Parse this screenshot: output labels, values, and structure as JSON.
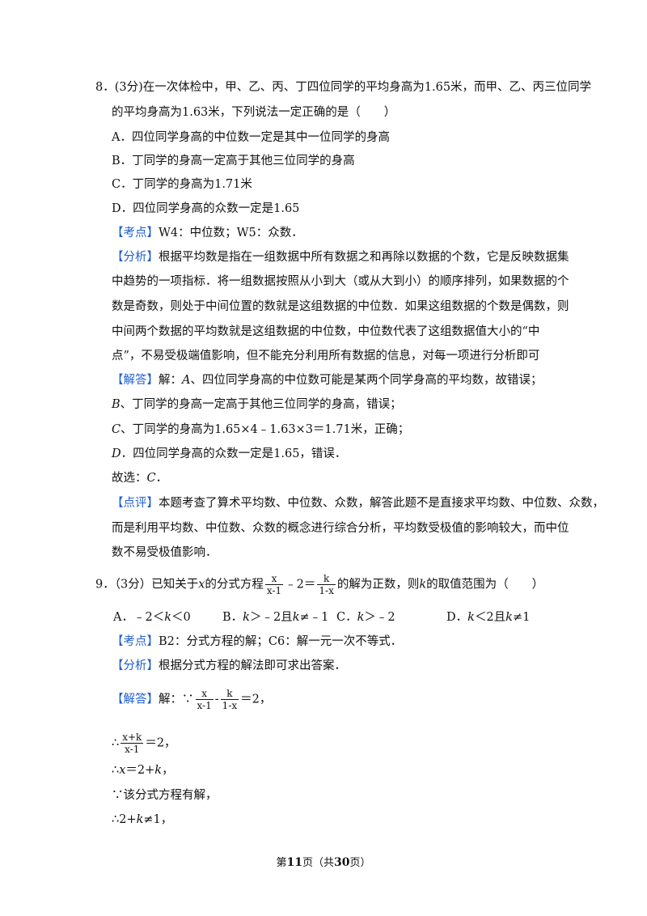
{
  "q8": {
    "stem1": "8．(3分)在一次体检中，甲、乙、丙、丁四位同学的平均身高为1.65米，而甲、乙、丙三位同学",
    "stem2": "的平均身高为1.63米，下列说法一定正确的是（　　）",
    "optA": "A．四位同学身高的中位数一定是其中一位同学的身高",
    "optB": "B．丁同学的身高一定高于其他三位同学的身高",
    "optC": "C．丁同学的身高为1.71米",
    "optD": "D．四位同学身高的众数一定是1.65",
    "kaodian_tag": "【考点】",
    "kaodian": "W4：中位数；W5：众数．",
    "fenxi_tag": "【分析】",
    "fenxi1": "根据平均数是指在一组数据中所有数据之和再除以数据的个数，它是反映数据集",
    "fenxi2": "中趋势的一项指标．将一组数据按照从小到大（或从大到小）的顺序排列，如果数据的个",
    "fenxi3": "数是奇数，则处于中间位置的数就是这组数据的中位数．如果这组数据的个数是偶数，则",
    "fenxi4": "中间两个数据的平均数就是这组数据的中位数，中位数代表了这组数据值大小的“中",
    "fenxi5": "点”，不易受极端值影响，但不能充分利用所有数据的信息，对每一项进行分析即可",
    "jieda_tag": "【解答】",
    "jieda1_pre": "解：",
    "jieda1_var": "A",
    "jieda1_post": "、四位同学身高的中位数可能是某两个同学身高的平均数，故错误；",
    "jieda2_var": "B",
    "jieda2_post": "、丁同学的身高一定高于其他三位同学的身高，错误；",
    "jieda3_var": "C",
    "jieda3_post": "、丁同学的身高为1.65×4﹣1.63×3＝1.71米，正确；",
    "jieda4_var": "D",
    "jieda4_post": "．四位同学身高的众数一定是1.65，错误．",
    "choose_pre": "故选：",
    "choose_var": "C",
    "choose_post": "．",
    "dianping_tag": "【点评】",
    "dianping1": "本题考查了算术平均数、中位数、众数，解答此题不是直接求平均数、中位数、众数，",
    "dianping2": "而是利用平均数、中位数、众数的概念进行综合分析，平均数受极值的影响较大，而中位",
    "dianping3": "数不易受极值影响．"
  },
  "q9": {
    "stem_pre": "9．（3分）已知关于",
    "stem_x": "x",
    "stem_mid": "的分式方程",
    "frac1_num": "x",
    "frac1_den": "x-1",
    "stem_minus": "﹣2＝",
    "frac2_num": "k",
    "frac2_den": "1-x",
    "stem_post1": "的解为正数，则",
    "stem_k": "k",
    "stem_post2": "的取值范围为（　　）",
    "optA_pre": "A．﹣2＜",
    "optA_k": "k",
    "optA_post": "＜0",
    "optB_pre": "B．",
    "optB_k": "k",
    "optB_mid": "＞﹣2且",
    "optB_k2": "k",
    "optB_post": "≠﹣1",
    "optC_pre": "C．",
    "optC_k": "k",
    "optC_post": "＞﹣2",
    "optD_pre": "D．",
    "optD_k": "k",
    "optD_mid": "＜2且",
    "optD_k2": "k",
    "optD_post": "≠1",
    "kaodian_tag": "【考点】",
    "kaodian": "B2：分式方程的解；C6：解一元一次不等式．",
    "fenxi_tag": "【分析】",
    "fenxi": "根据分式方程的解法即可求出答案．",
    "jieda_tag": "【解答】",
    "jieda_pre": "解：∵",
    "s1_f1_num": "x",
    "s1_f1_den": "x-1",
    "s1_minus": "-",
    "s1_f2_num": "k",
    "s1_f2_den": "1-x",
    "s1_post": "＝2，",
    "s2_pre": "∴",
    "s2_num": "x+k",
    "s2_den": "x-1",
    "s2_post": "＝2，",
    "s3_pre": "∴",
    "s3_x": "x",
    "s3_mid": "＝2+",
    "s3_k": "k",
    "s3_post": "，",
    "s4": "∵该分式方程有解，",
    "s5_pre": "∴2+",
    "s5_k": "k",
    "s5_post": "≠1，"
  },
  "footer": {
    "pre": "第",
    "page": "11",
    "mid": "页（共",
    "total": "30",
    "post": "页）"
  }
}
